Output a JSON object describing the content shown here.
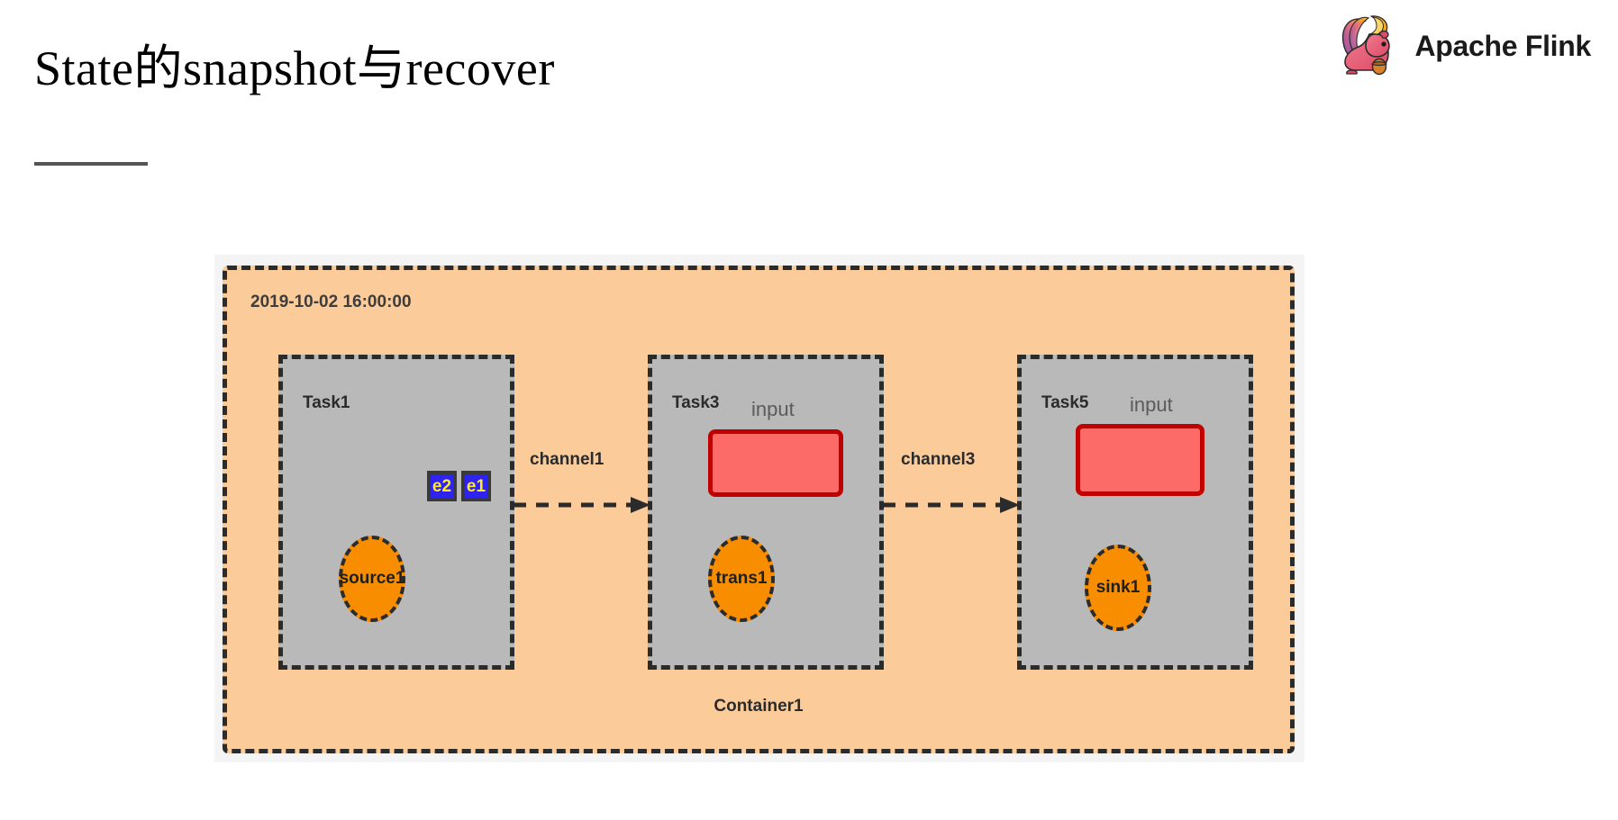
{
  "slide": {
    "title": "State的snapshot与recover",
    "rule": true
  },
  "brand": {
    "name": "Apache Flink",
    "logo_icon": "flink-squirrel-icon",
    "colors": {
      "squirrel_body": "#E6526F",
      "squirrel_body_light": "#F07A8E",
      "tail_orange": "#F5A623",
      "tail_yellow": "#F8D56B",
      "tail_purple": "#8E5BA6",
      "tail_pink": "#D95D8E",
      "acorn": "#D9822B",
      "text": "#1B1B1B"
    }
  },
  "diagram": {
    "type": "flink-pipeline",
    "container": {
      "label": "Container1",
      "timestamp": "2019-10-02 16:00:00",
      "fill": "#FBCB9A",
      "border": "#2B2B2B"
    },
    "frame_fill": "#F4F4F4",
    "tasks": [
      {
        "id": "task1",
        "title": "Task1",
        "fill": "#B9B9B9",
        "operator": {
          "label": "source1",
          "fill": "#F98D00"
        },
        "events": [
          {
            "label": "e2",
            "fill": "#2F23F0",
            "text_color": "#FFE92B"
          },
          {
            "label": "e1",
            "fill": "#2F23F0",
            "text_color": "#FFE92B"
          }
        ],
        "state": null,
        "state_label": null
      },
      {
        "id": "task3",
        "title": "Task3",
        "fill": "#B9B9B9",
        "operator": {
          "label": "trans1",
          "fill": "#F98D00"
        },
        "events": [],
        "state": {
          "fill": "#FD6B69",
          "border": "#C00000"
        },
        "state_label": "input"
      },
      {
        "id": "task5",
        "title": "Task5",
        "fill": "#B9B9B9",
        "operator": {
          "label": "sink1",
          "fill": "#F98D00"
        },
        "events": [],
        "state": {
          "fill": "#FD6B69",
          "border": "#C00000"
        },
        "state_label": "input"
      }
    ],
    "channels": [
      {
        "id": "channel1",
        "label": "channel1",
        "from": "task1",
        "to": "task3",
        "style": "dashed-arrow"
      },
      {
        "id": "channel3",
        "label": "channel3",
        "from": "task3",
        "to": "task5",
        "style": "dashed-arrow"
      }
    ]
  }
}
